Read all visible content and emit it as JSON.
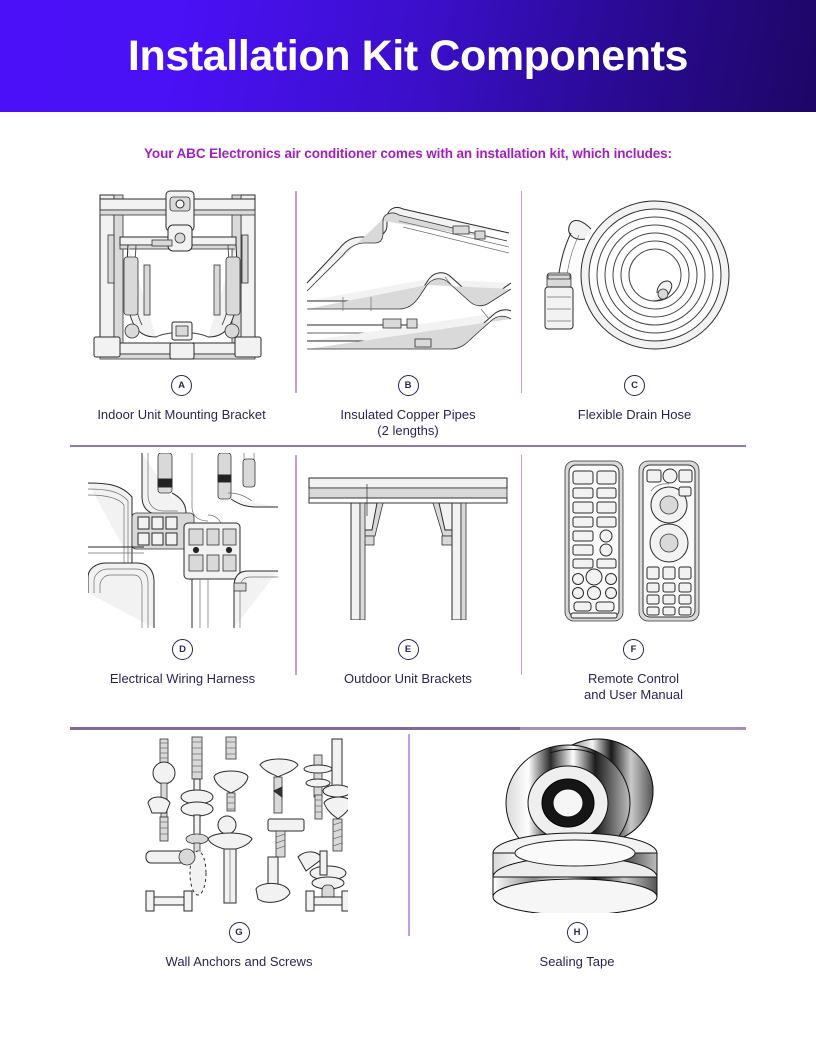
{
  "header": {
    "title": "Installation Kit Components",
    "gradient_from": "#4b10f7",
    "gradient_to": "#1d0666"
  },
  "subtitle": {
    "text": "Your ABC Electronics air conditioner comes with an installation kit, which includes:",
    "color": "#a21fbf"
  },
  "theme": {
    "caption_color": "#2c2354",
    "vertical_divider_color": "#c79ae4",
    "horizontal_divider_color": "#8d79ab",
    "badge_border_color": "#2c2354",
    "page_background": "#ffffff"
  },
  "items": [
    {
      "letter": "A",
      "label": "Indoor Unit Mounting Bracket",
      "label_line2": "",
      "icon": "mounting-bracket-illustration"
    },
    {
      "letter": "B",
      "label": "Insulated Copper Pipes",
      "label_line2": "(2 lengths)",
      "icon": "copper-pipes-illustration"
    },
    {
      "letter": "C",
      "label": "Flexible Drain Hose",
      "label_line2": "",
      "icon": "drain-hose-illustration"
    },
    {
      "letter": "D",
      "label": "Electrical Wiring Harness",
      "label_line2": "",
      "icon": "wiring-harness-illustration"
    },
    {
      "letter": "E",
      "label": "Outdoor Unit Brackets",
      "label_line2": "",
      "icon": "outdoor-brackets-illustration"
    },
    {
      "letter": "F",
      "label": "Remote Control",
      "label_line2": "and User Manual",
      "icon": "remote-control-illustration"
    },
    {
      "letter": "G",
      "label": "Wall Anchors and Screws",
      "label_line2": "",
      "icon": "anchors-screws-illustration"
    },
    {
      "letter": "H",
      "label": "Sealing Tape",
      "label_line2": "",
      "icon": "sealing-tape-illustration"
    }
  ]
}
